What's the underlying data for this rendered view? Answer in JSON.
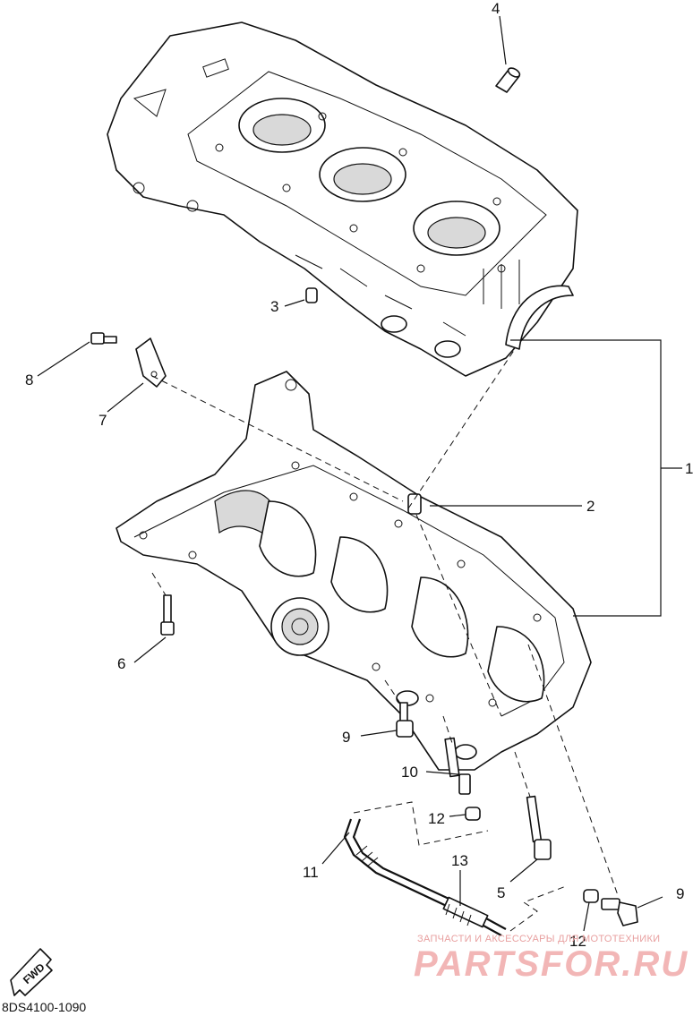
{
  "diagram_id": "8DS4100-1090",
  "fwd_label": "FWD",
  "watermark": {
    "tagline": "ЗАПЧАСТИ И АКСЕССУАРЫ ДЛЯ МОТОТЕХНИКИ",
    "brand": "PARTSFOR.RU"
  },
  "callouts": {
    "c1": "1",
    "c2": "2",
    "c3": "3",
    "c4": "4",
    "c5": "5",
    "c6": "6",
    "c7": "7",
    "c8": "8",
    "c9a": "9",
    "c9b": "9",
    "c10": "10",
    "c11": "11",
    "c12a": "12",
    "c12b": "12",
    "c13": "13"
  }
}
